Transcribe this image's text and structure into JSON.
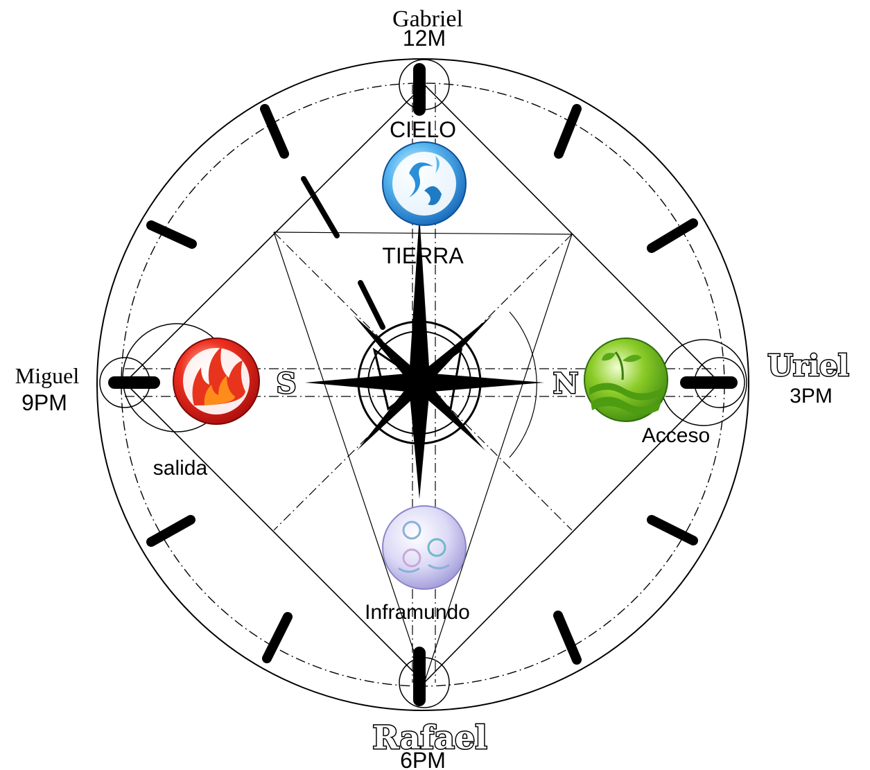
{
  "cardinals": {
    "top": {
      "angel": "Gabriel",
      "time": "12M"
    },
    "right": {
      "angel": "Uriel",
      "time": "3PM"
    },
    "bottom": {
      "angel": "Rafael",
      "time": "6PM"
    },
    "left": {
      "angel": "Miguel",
      "time": "9PM"
    }
  },
  "directions": {
    "south": "S",
    "north": "N"
  },
  "elements": {
    "water": {
      "label_above": "CIELO",
      "label_below": "TIERRA",
      "color": "#2a8fd8"
    },
    "fire": {
      "label": "salida",
      "color": "#d81e1e"
    },
    "earth": {
      "label": "Acceso",
      "color": "#6cb21e"
    },
    "air": {
      "label": "Inframundo",
      "color": "#c8c4ee"
    }
  }
}
